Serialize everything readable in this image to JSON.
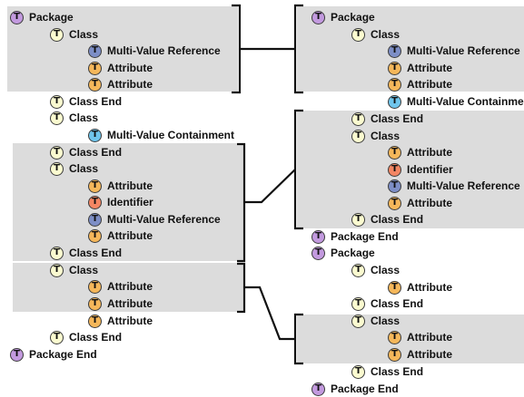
{
  "colors": {
    "package": "#c39adf",
    "class": "#fbfbd0",
    "attribute": "#f5b75a",
    "identifier": "#f38663",
    "reference": "#7d8ec6",
    "containment": "#6fc5ec",
    "highlight": "#dcdcdc"
  },
  "icon_letter": "T",
  "left_tree": [
    {
      "kind": "package",
      "label": "Package"
    },
    {
      "kind": "class",
      "label": "Class"
    },
    {
      "kind": "reference",
      "label": "Multi-Value Reference"
    },
    {
      "kind": "attribute",
      "label": "Attribute"
    },
    {
      "kind": "attribute",
      "label": "Attribute"
    },
    {
      "kind": "class",
      "label": "Class End"
    },
    {
      "kind": "class",
      "label": "Class"
    },
    {
      "kind": "containment",
      "label": "Multi-Value Containment"
    },
    {
      "kind": "class",
      "label": "Class End"
    },
    {
      "kind": "class",
      "label": "Class"
    },
    {
      "kind": "attribute",
      "label": "Attribute"
    },
    {
      "kind": "identifier",
      "label": "Identifier"
    },
    {
      "kind": "reference",
      "label": "Multi-Value Reference"
    },
    {
      "kind": "attribute",
      "label": "Attribute"
    },
    {
      "kind": "class",
      "label": "Class End"
    },
    {
      "kind": "class",
      "label": "Class"
    },
    {
      "kind": "attribute",
      "label": "Attribute"
    },
    {
      "kind": "attribute",
      "label": "Attribute"
    },
    {
      "kind": "attribute",
      "label": "Attribute"
    },
    {
      "kind": "class",
      "label": "Class End"
    },
    {
      "kind": "package",
      "label": "Package End"
    }
  ],
  "right_tree": [
    {
      "kind": "package",
      "label": "Package"
    },
    {
      "kind": "class",
      "label": "Class"
    },
    {
      "kind": "reference",
      "label": "Multi-Value Reference"
    },
    {
      "kind": "attribute",
      "label": "Attribute"
    },
    {
      "kind": "attribute",
      "label": "Attribute"
    },
    {
      "kind": "containment",
      "label": "Multi-Value Containment"
    },
    {
      "kind": "class",
      "label": "Class End"
    },
    {
      "kind": "class",
      "label": "Class"
    },
    {
      "kind": "attribute",
      "label": "Attribute"
    },
    {
      "kind": "identifier",
      "label": "Identifier"
    },
    {
      "kind": "reference",
      "label": "Multi-Value Reference"
    },
    {
      "kind": "attribute",
      "label": "Attribute"
    },
    {
      "kind": "class",
      "label": "Class End"
    },
    {
      "kind": "package",
      "label": "Package End"
    },
    {
      "kind": "package",
      "label": "Package"
    },
    {
      "kind": "class",
      "label": "Class"
    },
    {
      "kind": "attribute",
      "label": "Attribute"
    },
    {
      "kind": "class",
      "label": "Class End"
    },
    {
      "kind": "class",
      "label": "Class"
    },
    {
      "kind": "attribute",
      "label": "Attribute"
    },
    {
      "kind": "attribute",
      "label": "Attribute"
    },
    {
      "kind": "class",
      "label": "Class End"
    },
    {
      "kind": "package",
      "label": "Package End"
    }
  ]
}
